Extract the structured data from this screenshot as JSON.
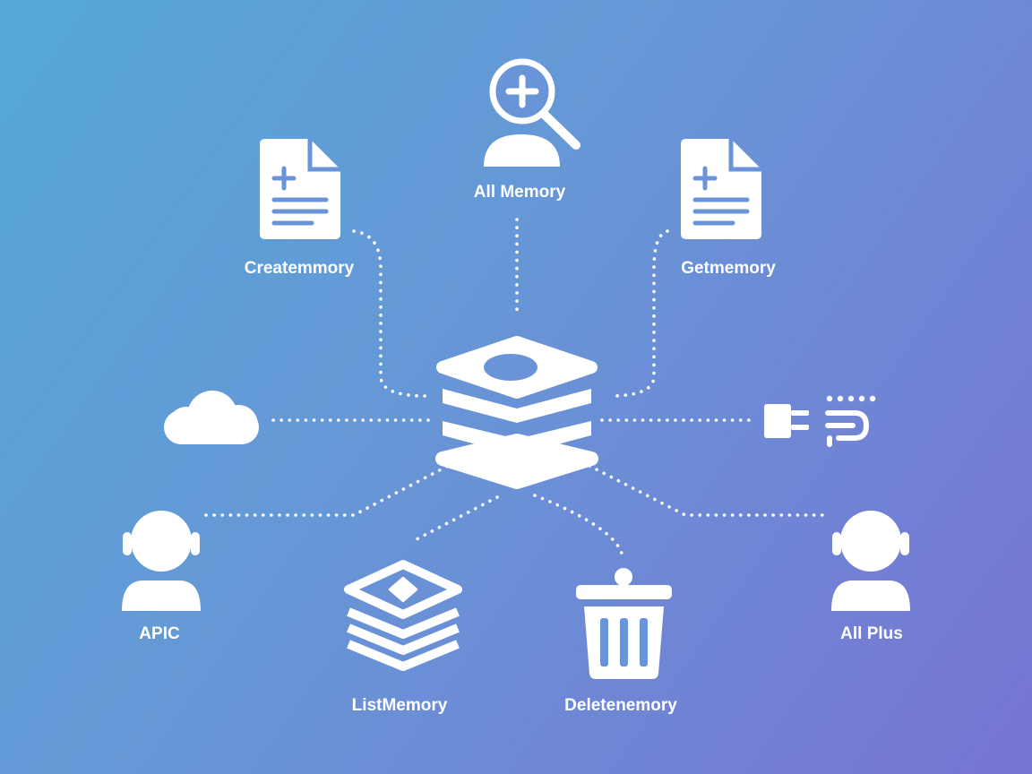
{
  "colors": {
    "foreground": "#ffffff",
    "bg_start": "#55a9d9",
    "bg_end": "#7874d4",
    "icon_cutout": "#6a94d8"
  },
  "center": {
    "icon": "database-stack-icon"
  },
  "nodes": {
    "create": {
      "label": "Createmmory",
      "icon": "document-plus-icon"
    },
    "all_memory": {
      "label": "All Memory",
      "icon": "user-search-plus-icon"
    },
    "get": {
      "label": "Getmemory",
      "icon": "document-plus-icon"
    },
    "cloud": {
      "label": "",
      "icon": "cloud-icon"
    },
    "plugin": {
      "label": "",
      "icon": "plug-icon"
    },
    "apic": {
      "label": "APIC",
      "icon": "user-icon"
    },
    "list": {
      "label": "ListMemory",
      "icon": "layer-stack-icon"
    },
    "delete": {
      "label": "Deletenemory",
      "icon": "trash-icon"
    },
    "all_plus": {
      "label": "All Plus",
      "icon": "user-icon"
    }
  }
}
